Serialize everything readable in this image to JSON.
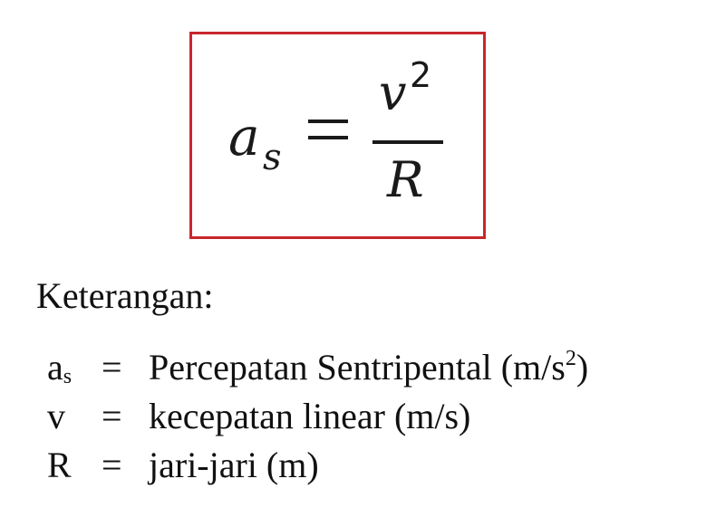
{
  "formula": {
    "lhs_symbol": "a",
    "lhs_subscript": "s",
    "equals": "=",
    "numerator": "v",
    "numerator_exponent": "2",
    "denominator": "R",
    "box_border_color": "#c8262d"
  },
  "legend": {
    "title": "Keterangan:",
    "items": [
      {
        "symbol": "a",
        "symbol_subscript": "s",
        "equals": "=",
        "description": "Percepatan Sentripental (m/s",
        "description_sup": "2",
        "description_suffix": ")"
      },
      {
        "symbol": "v",
        "symbol_subscript": "",
        "equals": "=",
        "description": "kecepatan linear (m/s)",
        "description_sup": "",
        "description_suffix": ""
      },
      {
        "symbol": "R",
        "symbol_subscript": "",
        "equals": "=",
        "description": "jari-jari (m)",
        "description_sup": "",
        "description_suffix": ""
      }
    ]
  }
}
